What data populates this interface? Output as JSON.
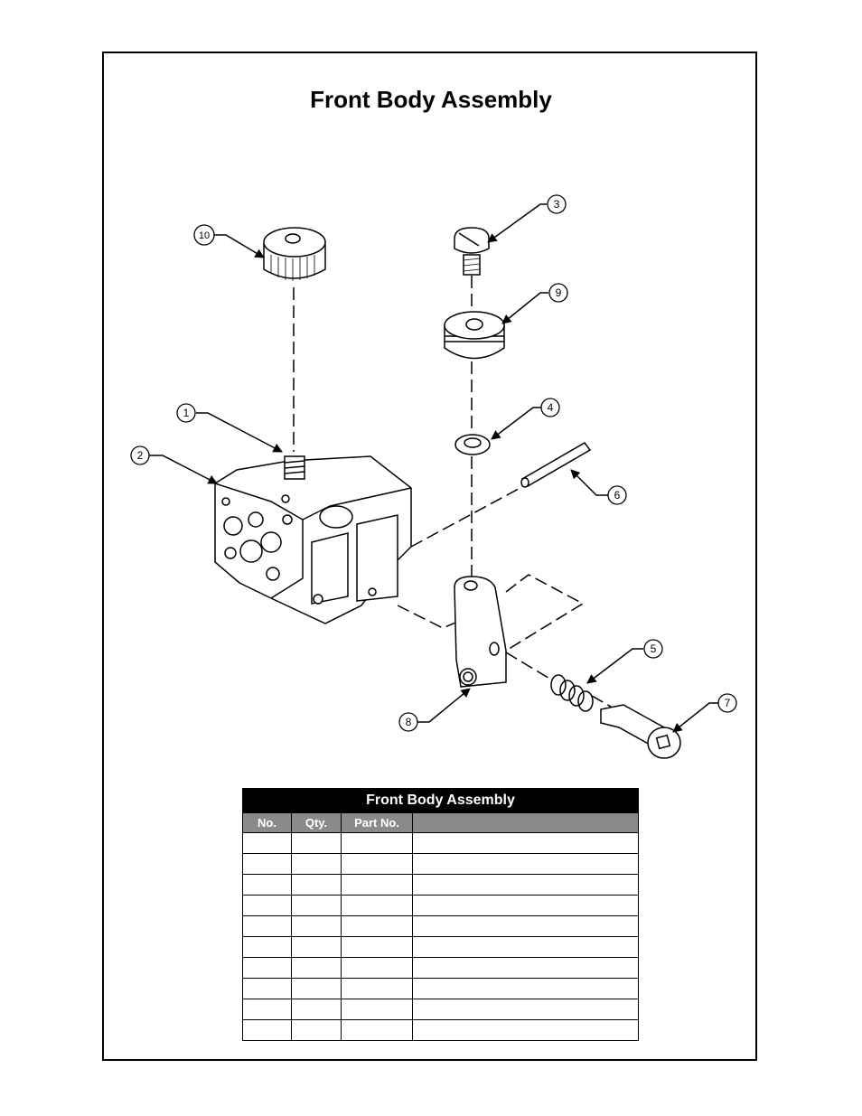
{
  "page": {
    "title": "Front Body Assembly"
  },
  "callouts": [
    "1",
    "2",
    "3",
    "4",
    "5",
    "6",
    "7",
    "8",
    "9",
    "10"
  ],
  "table": {
    "title": "Front Body Assembly",
    "headers": [
      "No.",
      "Qty.",
      "Part No.",
      ""
    ],
    "rows": [
      [
        "",
        "",
        "",
        ""
      ],
      [
        "",
        "",
        "",
        ""
      ],
      [
        "",
        "",
        "",
        ""
      ],
      [
        "",
        "",
        "",
        ""
      ],
      [
        "",
        "",
        "",
        ""
      ],
      [
        "",
        "",
        "",
        ""
      ],
      [
        "",
        "",
        "",
        ""
      ],
      [
        "",
        "",
        "",
        ""
      ],
      [
        "",
        "",
        "",
        ""
      ],
      [
        "",
        "",
        "",
        ""
      ]
    ]
  }
}
